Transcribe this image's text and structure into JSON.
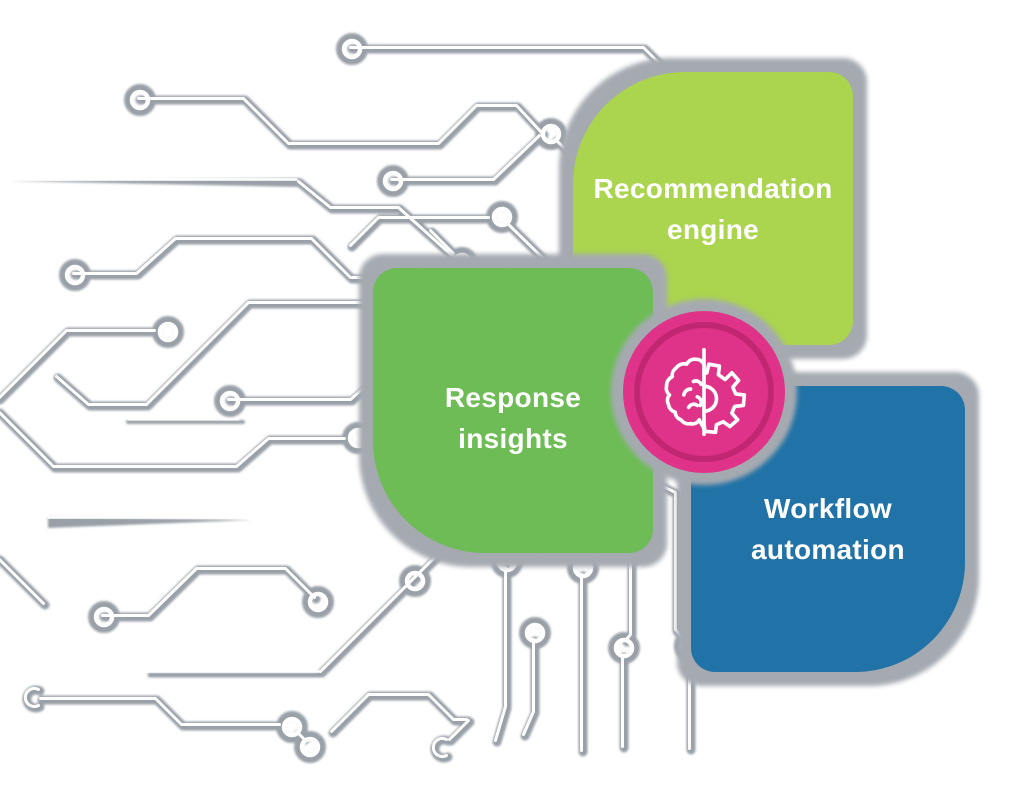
{
  "figure": {
    "type": "infographic-diagram",
    "description": "Circuit-board pattern feeding three capability bubbles around a brain-gear badge"
  },
  "cards": [
    {
      "name": "recommendation-engine",
      "label_line1": "Recommendation",
      "label_line2": "engine",
      "color": "#8ec63f",
      "text_color": "#ffffff"
    },
    {
      "name": "response-insights",
      "label_line1": "Response",
      "label_line2": "insights",
      "color": "#57a544",
      "text_color": "#ffffff"
    },
    {
      "name": "workflow-automation",
      "label_line1": "Workflow",
      "label_line2": "automation",
      "color": "#1a5b88",
      "text_color": "#ffffff"
    }
  ],
  "center_badge": {
    "icon": "brain-gear-icon",
    "color": "#d4296e",
    "icon_color": "#ffffff"
  },
  "decoration": {
    "pattern": "circuit-board-traces",
    "trace_color": "#9aa0a8",
    "trace_highlight": "#ffffff",
    "node_style": "hollow-ring"
  },
  "colors": {
    "page": "#ffffff",
    "lime": "#8ec63f",
    "green": "#57a544",
    "blue": "#1a5b88",
    "pink": "#d4296e",
    "halo": "#a5aab1",
    "trace": "#9aa0a8"
  }
}
